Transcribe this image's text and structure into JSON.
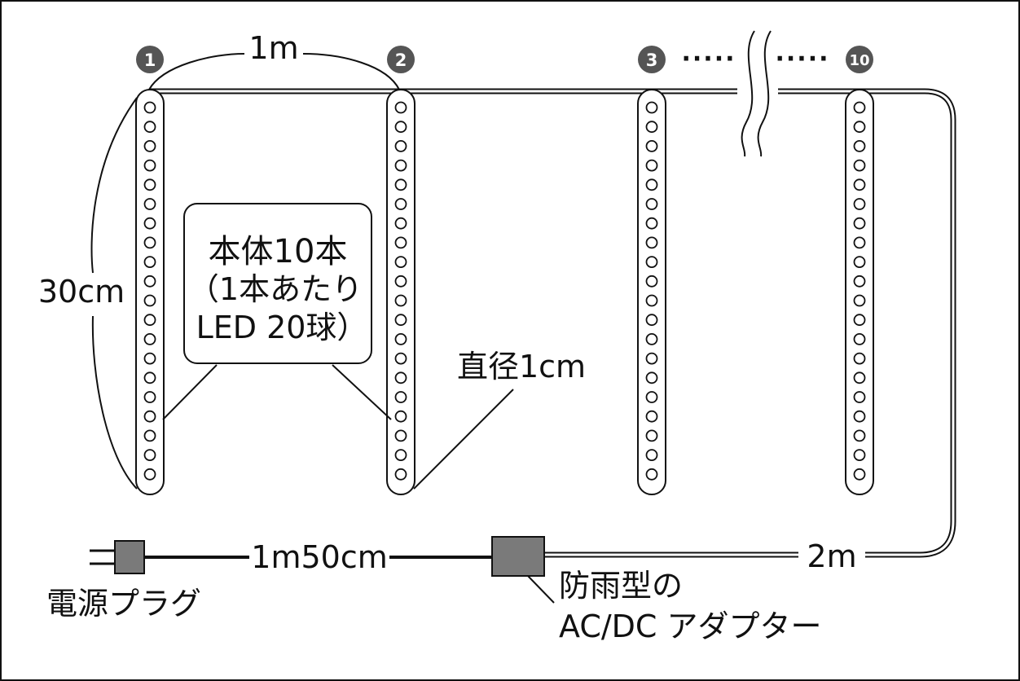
{
  "diagram": {
    "markers": {
      "first": "1",
      "second": "2",
      "third": "3",
      "last": "10",
      "ellipsis": "·····"
    },
    "spacing_label": "1m",
    "height_label": "30cm",
    "diameter_label": "直径1cm",
    "callout": {
      "line1": "本体10本",
      "line2": "（1本あたり",
      "line3": "LED 20球）"
    },
    "leds_per_tube": 20,
    "cord_label_1": "1m50cm",
    "cord_label_2": "2m",
    "plug_label": "電源プラグ",
    "adapter_label_line1": "防雨型の",
    "adapter_label_line2": "AC/DC アダプター",
    "colors": {
      "marker_fill": "#555555",
      "adapter_fill": "#7a7a7a",
      "line": "#111111"
    }
  }
}
